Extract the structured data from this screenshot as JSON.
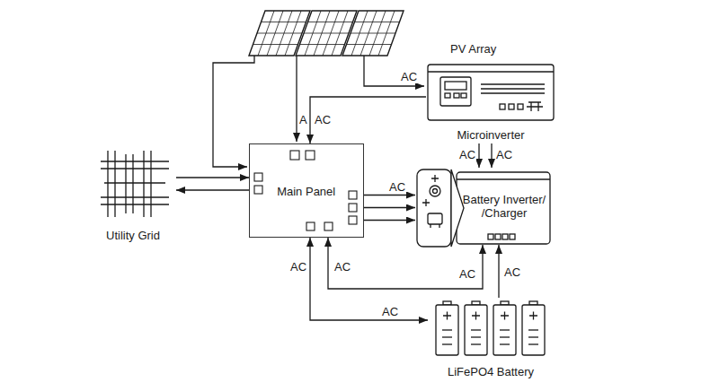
{
  "diagram": {
    "nodes": [
      {
        "text": [
          "Utility Grid"
        ]
      },
      {
        "text": [
          "Main Panel"
        ]
      },
      {
        "text": [
          "Microinverter"
        ]
      },
      {
        "text": [
          "Battery Inverter/ /Charger"
        ]
      },
      {
        "text": [
          "LiFePO4 Battery"
        ]
      }
    ],
    "edges": [
      {
        "from": 0,
        "to": 1,
        "arrow": "to"
      },
      {
        "from": 1,
        "to": 0,
        "arrow": "to"
      },
      {
        "from": 2,
        "to": 1,
        "label": "AC",
        "arrow": "to"
      },
      {
        "from": 1,
        "to": 3,
        "label": "AC",
        "arrow": "to"
      },
      {
        "from": 1,
        "to": 3,
        "arrow": "to"
      },
      {
        "from": 1,
        "to": 3,
        "arrow": "to"
      },
      {
        "from": 2,
        "to": 3,
        "label": "AC",
        "arrow": "to"
      },
      {
        "from": 2,
        "to": 3,
        "label": "AC",
        "arrow": "to"
      },
      {
        "from": 1,
        "to": 4,
        "label": "AC",
        "arrow": "both"
      },
      {
        "from": 1,
        "to": 3,
        "label": "AC",
        "arrow": "both"
      },
      {
        "from": 4,
        "to": 3,
        "label": "AC",
        "arrow": "to"
      }
    ],
    "labels": [
      "PV Array",
      "A",
      "AC",
      "AC",
      "AC"
    ]
  }
}
